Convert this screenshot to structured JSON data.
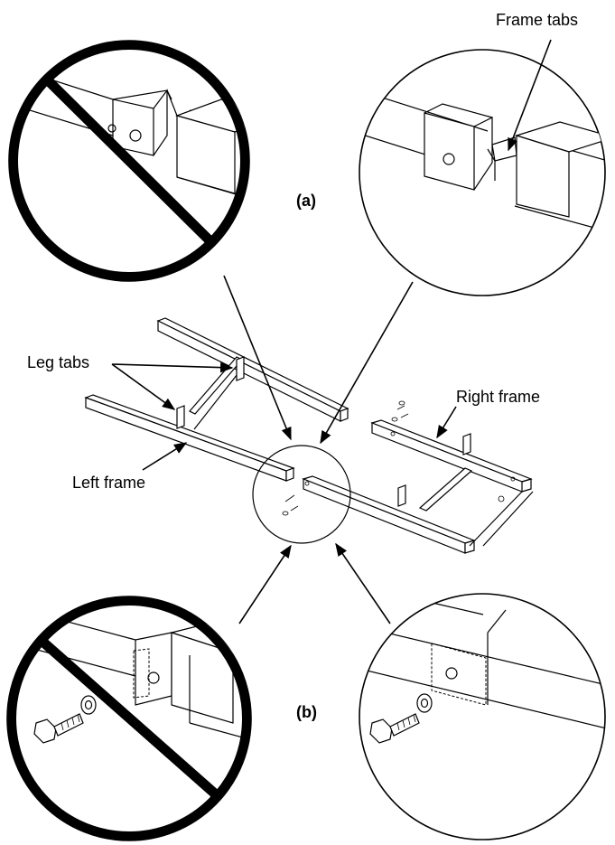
{
  "labels": {
    "frame_tabs": "Frame tabs",
    "leg_tabs": "Leg tabs",
    "right_frame": "Right frame",
    "left_frame": "Left frame",
    "step_a": "(a)",
    "step_b": "(b)"
  },
  "icons": {
    "prohibited": "prohibited-icon",
    "bolt": "bolt-icon",
    "washer": "washer-icon"
  },
  "colors": {
    "ink": "#000000",
    "paper": "#ffffff"
  }
}
